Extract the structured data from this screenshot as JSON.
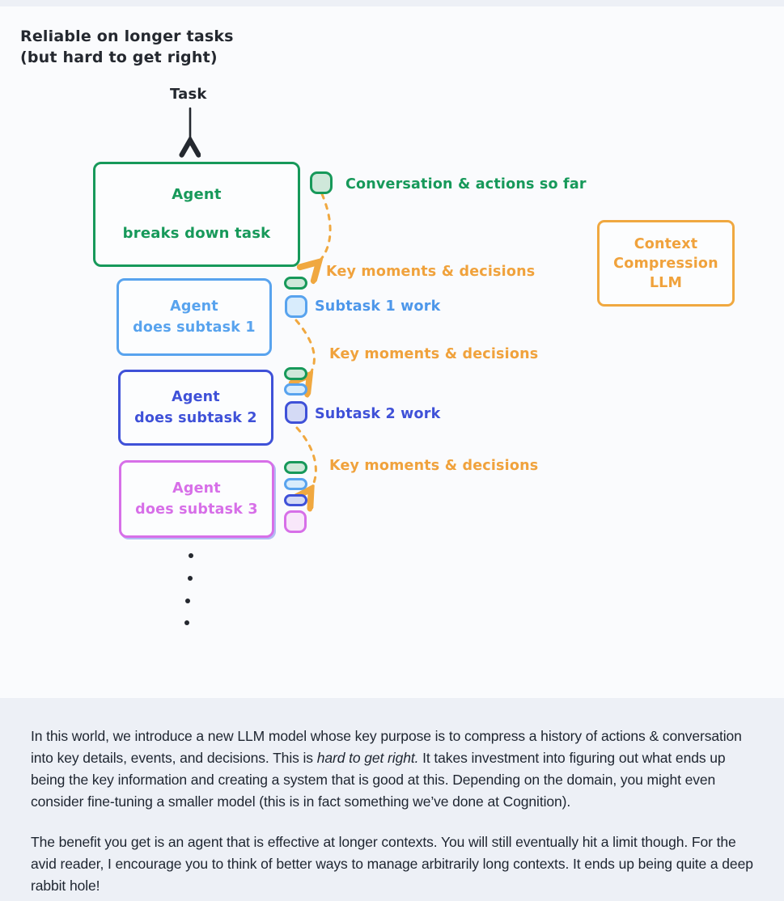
{
  "diagram": {
    "title_line1": "Reliable on longer tasks",
    "title_line2": "(but hard to get right)",
    "task_label": "Task",
    "agent_box": {
      "line1": "Agent",
      "line2": "breaks down task"
    },
    "conversation_label": "Conversation & actions so far",
    "key_moments_label": "Key moments & decisions",
    "subtask1_box": {
      "line1": "Agent",
      "line2": "does subtask 1"
    },
    "subtask1_work_label": "Subtask 1 work",
    "subtask2_box": {
      "line1": "Agent",
      "line2": "does subtask 2"
    },
    "subtask2_work_label": "Subtask 2 work",
    "subtask3_box": {
      "line1": "Agent",
      "line2": "does subtask 3"
    },
    "context_box": {
      "line1": "Context",
      "line2": "Compression",
      "line3": "LLM"
    },
    "colors": {
      "green": "#17995a",
      "light_blue": "#58a3ee",
      "royal_blue": "#3f51d8",
      "purple": "#d76fe8",
      "orange": "#f0a23c",
      "ink": "#24282f"
    }
  },
  "article": {
    "p1_before": "In this world, we introduce a new LLM model whose key purpose is to compress a history of actions & conversation into key details, events, and decisions. This is ",
    "p1_italic": "hard to get right.",
    "p1_after": " It takes investment into figuring out what ends up being the key information and creating a system that is good at this. Depending on the domain, you might even consider fine-tuning a smaller model (this is in fact something we’ve done at Cognition).",
    "p2": "The benefit you get is an agent that is effective at longer contexts. You will still eventually hit a limit though. For the avid reader, I encourage you to think of better ways to manage arbitrarily long contexts. It ends up being quite a deep rabbit hole!"
  }
}
